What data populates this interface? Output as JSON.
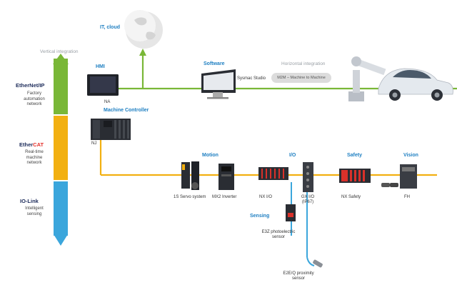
{
  "labels": {
    "it_cloud": "IT, cloud",
    "vertical_integration": "Vertical integration",
    "hmi": "HMI",
    "na": "NA",
    "machine_controller": "Machine Controller",
    "nj": "NJ",
    "software": "Software",
    "sysmac_studio": "Sysmac Studio",
    "horizontal_integration": "Horizontal integration",
    "m2m": "M2M – Machine to Machine",
    "motion": "Motion",
    "io": "I/O",
    "safety": "Safety",
    "vision": "Vision",
    "servo": "1S Servo system",
    "inverter": "MX2 Inverter",
    "nx_io": "NX I/O",
    "gx_io": "GX I/O\n(IP67)",
    "nx_safety": "NX Safety",
    "fh": "FH",
    "sensing": "Sensing",
    "e3z": "E3Z photoelectric\nsensor",
    "e2e": "E2E/Q proximity\nsensor"
  },
  "networks": [
    {
      "logo_main": "EtherNet/IP",
      "logo_accent": "",
      "desc": "Factory\nautomation\nnetwork"
    },
    {
      "logo_main": "Ether",
      "logo_accent": "CAT",
      "desc": "Real-time\nmachine\nnetwork"
    },
    {
      "logo_main": "IO-Link",
      "logo_accent": "",
      "desc": "Intelligent\nsensing"
    }
  ],
  "colors": {
    "ethernet_ip": "#79b737",
    "ethercat": "#f2b011",
    "io_link": "#3ba6dc",
    "heading_blue": "#1e7fc2",
    "device_dark": "#2a2d33",
    "device_red": "#d9312a"
  }
}
